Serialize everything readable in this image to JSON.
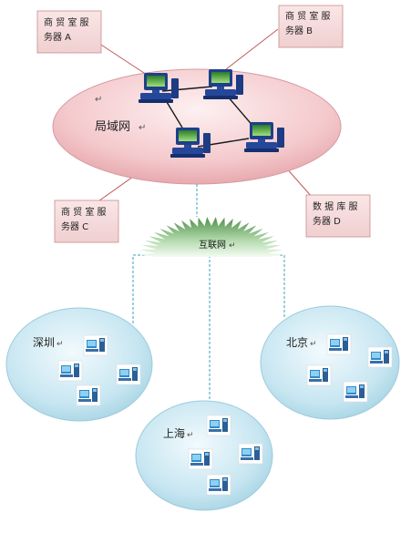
{
  "lan": {
    "label": "局域网",
    "mark": "↵",
    "corner_mark": "↵"
  },
  "callouts": {
    "a": {
      "line1": "商 贸 室 服",
      "line2": "务器 A"
    },
    "b": {
      "line1": "商 贸 室 服",
      "line2": "务器 B"
    },
    "c": {
      "line1": "商 贸 室 服",
      "line2": "务器 C"
    },
    "d": {
      "line1": "数 据 库 服",
      "line2": "务器 D"
    }
  },
  "internet": {
    "label": "互联网",
    "mark": "↵"
  },
  "sites": {
    "shenzhen": {
      "label": "深圳",
      "mark": "↵"
    },
    "shanghai": {
      "label": "上海",
      "mark": "↵"
    },
    "beijing": {
      "label": "北京",
      "mark": "↵"
    }
  },
  "colors": {
    "lan_fill": "#f2c5c8",
    "callout_fill": "#f6d8d8",
    "site_fill": "#bfe3ef",
    "dash_line": "#3aa0b8",
    "burst": "#7fb87a"
  }
}
